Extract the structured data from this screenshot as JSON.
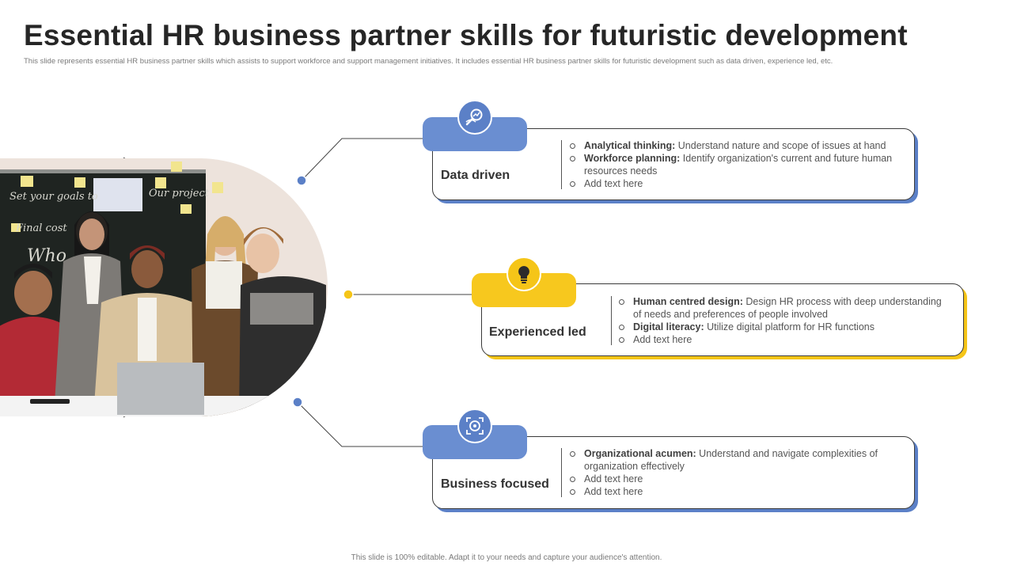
{
  "header": {
    "title": "Essential HR business partner skills for futuristic development",
    "subtitle": "This slide represents essential HR business partner skills which assists to support workforce and support management initiatives. It includes essential HR business partner skills for futuristic development such as data driven, experience led, etc."
  },
  "colors": {
    "blue": "#5b80c7",
    "yellow": "#f5c518"
  },
  "cards": [
    {
      "label": "Data driven",
      "color": "blue",
      "icon": "analytics-magnifier-icon",
      "bullets": [
        {
          "term": "Analytical thinking:",
          "text": " Understand nature and scope of issues at hand"
        },
        {
          "term": "Workforce planning:",
          "text": " Identify organization's current and future human resources needs"
        },
        {
          "term": "",
          "text": "Add text here"
        }
      ]
    },
    {
      "label": "Experienced led",
      "color": "yellow",
      "icon": "lightbulb-icon",
      "bullets": [
        {
          "term": "Human centred design:",
          "text": " Design HR process with deep understanding of needs and preferences of people involved"
        },
        {
          "term": "Digital literacy:",
          "text": " Utilize digital platform for HR functions"
        },
        {
          "term": "",
          "text": "Add text here"
        }
      ]
    },
    {
      "label": "Business focused",
      "color": "blue",
      "icon": "target-focus-icon",
      "bullets": [
        {
          "term": "Organizational acumen:",
          "text": " Understand and navigate complexities of organization effectively"
        },
        {
          "term": "",
          "text": "Add text here"
        },
        {
          "term": "",
          "text": "Add text here"
        }
      ]
    }
  ],
  "footer": "This slide is 100% editable. Adapt it to your needs and capture your audience's attention."
}
